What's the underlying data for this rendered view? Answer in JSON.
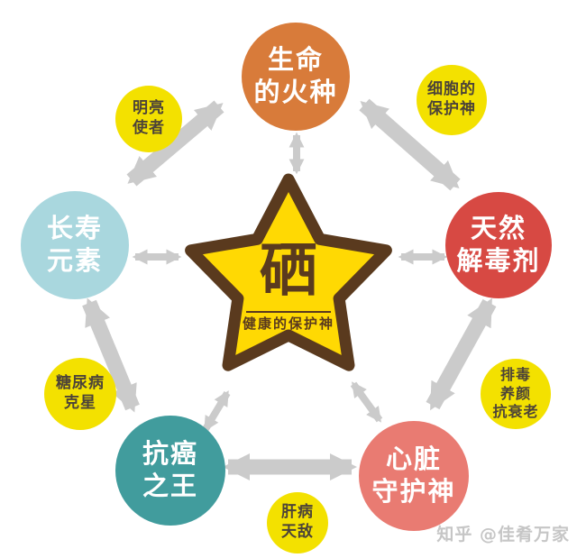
{
  "center": {
    "element_symbol": "硒",
    "tagline": "健康的保护神",
    "star_fill": "#ffd903",
    "outline_color": "#5a3a1e"
  },
  "nodes": [
    {
      "id": "life",
      "lines": [
        "生命",
        "的火种"
      ],
      "color": "#d87b3a"
    },
    {
      "id": "detox",
      "lines": [
        "天然",
        "解毒剂"
      ],
      "color": "#d74943"
    },
    {
      "id": "heart",
      "lines": [
        "心脏",
        "守护神"
      ],
      "color": "#e97b72"
    },
    {
      "id": "cancer",
      "lines": [
        "抗癌",
        "之王"
      ],
      "color": "#419c9d"
    },
    {
      "id": "longevity",
      "lines": [
        "长寿",
        "元素"
      ],
      "color": "#a9d7de"
    }
  ],
  "badges": [
    {
      "id": "bright",
      "lines": [
        "明亮",
        "使者"
      ],
      "color": "#f3e100"
    },
    {
      "id": "cell",
      "lines": [
        "细胞的",
        "保护神"
      ],
      "color": "#f3e100"
    },
    {
      "id": "beauty",
      "lines": [
        "排毒",
        "养颜",
        "抗衰老"
      ],
      "color": "#f3e100"
    },
    {
      "id": "liver",
      "lines": [
        "肝病",
        "天敌"
      ],
      "color": "#f3e100"
    },
    {
      "id": "diabetes",
      "lines": [
        "糖尿病",
        "克星"
      ],
      "color": "#f3e100"
    }
  ],
  "connections": [
    {
      "id": "life-star",
      "from": "生命的火种",
      "to": "硒"
    },
    {
      "id": "longevity-life",
      "from": "长寿元素",
      "to": "生命的火种"
    },
    {
      "id": "life-detox",
      "from": "生命的火种",
      "to": "天然解毒剂"
    },
    {
      "id": "longevity-star",
      "from": "长寿元素",
      "to": "硒"
    },
    {
      "id": "star-detox",
      "from": "硒",
      "to": "天然解毒剂"
    },
    {
      "id": "longevity-cancer",
      "from": "长寿元素",
      "to": "抗癌之王"
    },
    {
      "id": "detox-heart",
      "from": "天然解毒剂",
      "to": "心脏守护神"
    },
    {
      "id": "star-cancer",
      "from": "硒",
      "to": "抗癌之王"
    },
    {
      "id": "star-heart",
      "from": "硒",
      "to": "心脏守护神"
    },
    {
      "id": "cancer-heart",
      "from": "抗癌之王",
      "to": "心脏守护神"
    }
  ],
  "arrow_color": "#cbcbcb",
  "watermark": {
    "text": "知乎 @佳肴万家",
    "color": "#c6c6c6"
  }
}
